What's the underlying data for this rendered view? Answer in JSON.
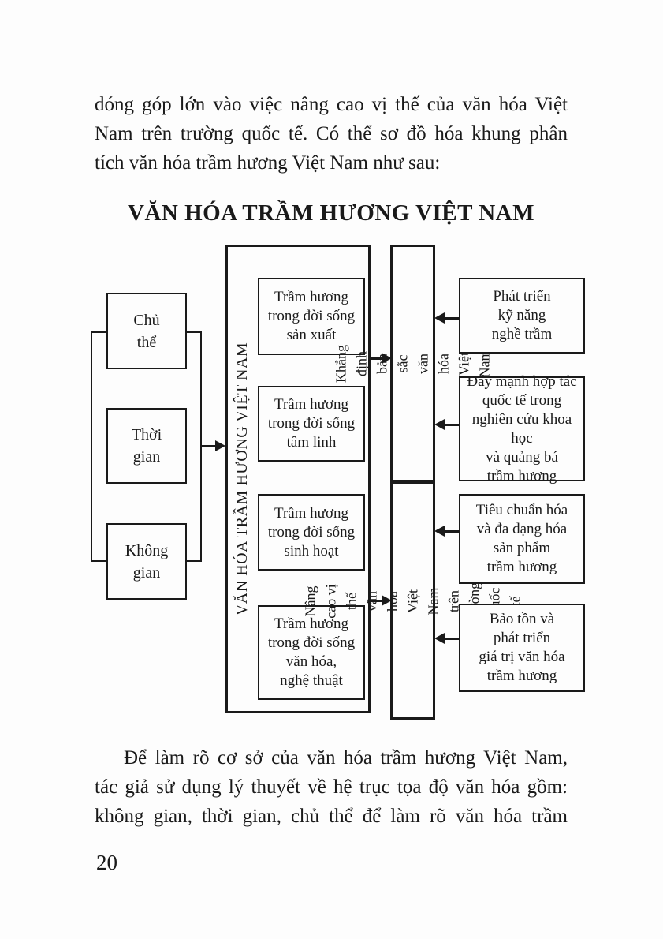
{
  "colors": {
    "ink": "#1a1a1a",
    "paper": "#fdfdfd"
  },
  "top_paragraph": {
    "lines": [
      "đóng góp lớn vào việc nâng cao vị thế của văn hóa Việt",
      "Nam trên trường quốc tế. Có thể sơ đồ hóa khung phân",
      "tích văn hóa trầm hương Việt Nam như sau:"
    ]
  },
  "title": "VĂN HÓA TRẦM HƯƠNG VIỆT NAM",
  "diagram": {
    "core": {
      "label": "VĂN HÓA TRẦM HƯƠNG VIỆT NAM"
    },
    "inputs": [
      {
        "label": "Chủ\nthể"
      },
      {
        "label": "Thời\ngian"
      },
      {
        "label": "Không\ngian"
      }
    ],
    "aspects": [
      {
        "label": "Trầm hương\ntrong đời sống\nsản xuất"
      },
      {
        "label": "Trầm hương\ntrong đời sống\ntâm linh"
      },
      {
        "label": "Trầm hương\ntrong đời sống\nsinh hoạt"
      },
      {
        "label": "Trầm hương\ntrong đời sống\nvăn hóa,\nnghệ thuật"
      }
    ],
    "outcomes": [
      {
        "label": "Khẳng định bản sắc\nvăn hóa Việt Nam"
      },
      {
        "label": "Nâng cao vị thế văn hóa Việt Nam\ntrên trường quốc tế"
      }
    ],
    "measures": [
      {
        "label": "Phát triển\nkỹ năng\nnghề trầm"
      },
      {
        "label": "Đẩy mạnh hợp tác\nquốc tế trong\nnghiên cứu khoa học\nvà quảng bá\ntrầm hương"
      },
      {
        "label": "Tiêu chuẩn hóa\nvà đa dạng hóa\nsản phẩm\ntrầm hương"
      },
      {
        "label": "Bảo tồn và\nphát triển\ngiá trị văn hóa\ntrầm hương"
      }
    ]
  },
  "bottom_paragraph": {
    "lines": [
      "Để làm rõ cơ sở của văn hóa trầm hương Việt Nam,",
      "tác giả sử dụng lý thuyết về hệ trục tọa độ văn hóa gồm:",
      "không gian, thời gian, chủ thể để làm rõ văn hóa trầm"
    ]
  },
  "page_number": "20"
}
